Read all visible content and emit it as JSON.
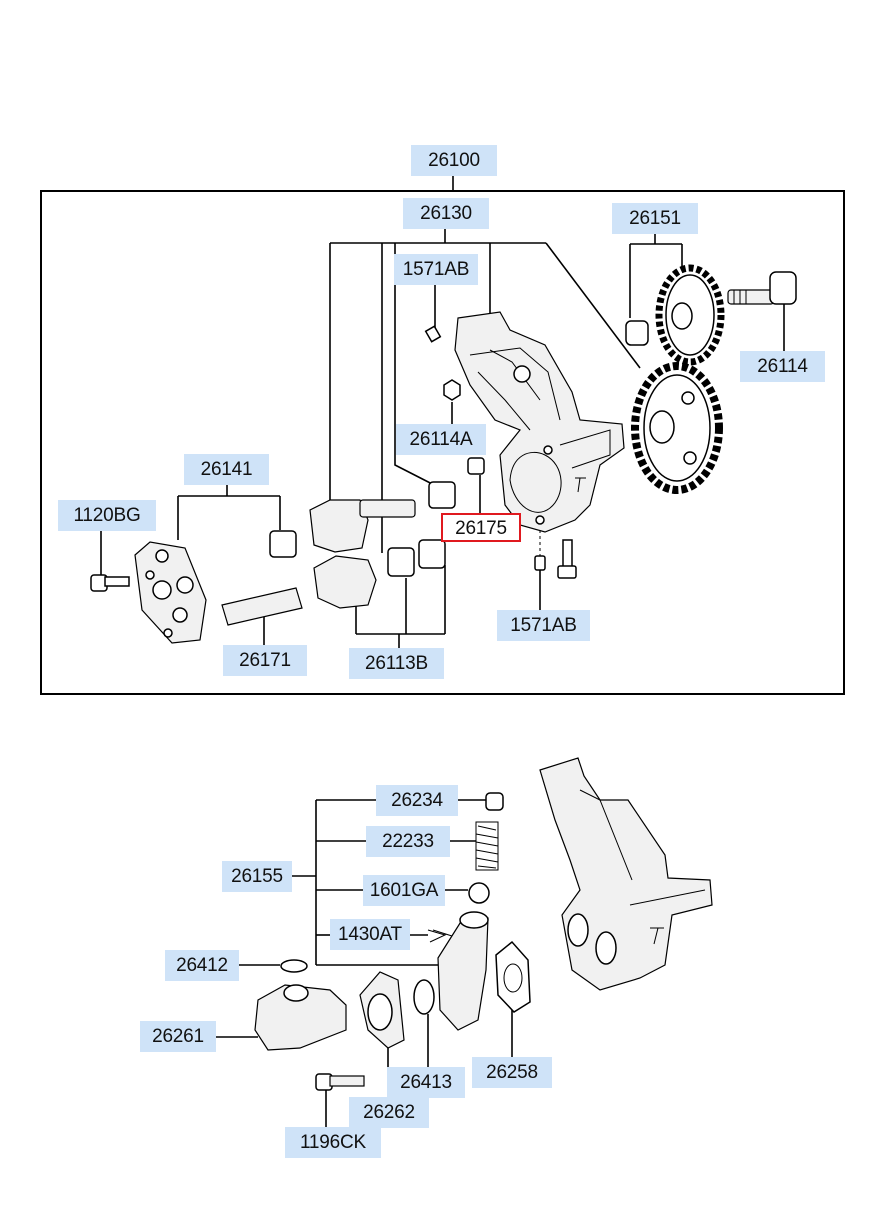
{
  "colors": {
    "label_bg": "#cfe3f8",
    "highlight_border": "#e0191f",
    "line": "#000000"
  },
  "labels": {
    "p26100": "26100",
    "p26130": "26130",
    "p26151": "26151",
    "p1571AB_top": "1571AB",
    "p26114": "26114",
    "p26114A": "26114A",
    "p26141": "26141",
    "p1120BG": "1120BG",
    "p26175": "26175",
    "p1571AB_bottom": "1571AB",
    "p26171": "26171",
    "p26113B": "26113B",
    "p26234": "26234",
    "p22233": "22233",
    "p26155": "26155",
    "p1601GA": "1601GA",
    "p1430AT": "1430AT",
    "p26412": "26412",
    "p26261": "26261",
    "p26413": "26413",
    "p26258": "26258",
    "p26262": "26262",
    "p1196CK": "1196CK"
  },
  "highlighted_part": "p26175"
}
